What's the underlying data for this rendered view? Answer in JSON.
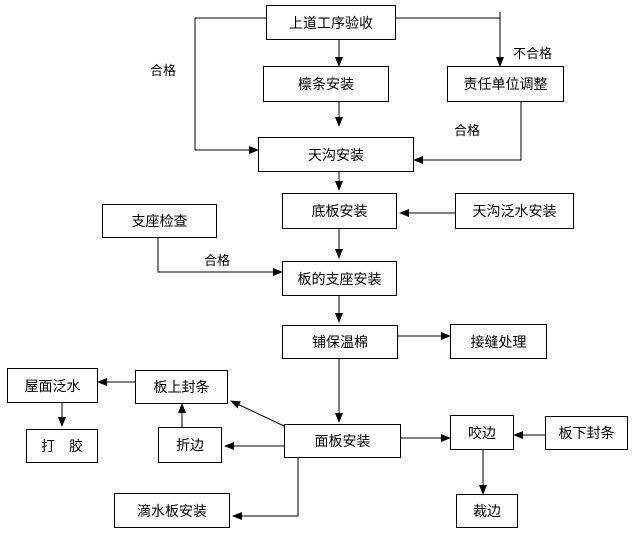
{
  "nodes": {
    "prev_process_inspection": "上道工序验收",
    "purlin_install": "檩条安装",
    "responsibility_adjust": "责任单位调整",
    "gutter_install": "天沟安装",
    "base_panel_install": "底板安装",
    "gutter_flashing_install": "天沟泛水安装",
    "bracket_check": "支座检查",
    "panel_bracket_install": "板的支座安装",
    "lay_insulation": "铺保温棉",
    "seam_treatment": "接缝处理",
    "roof_flashing": "屋面泛水",
    "upper_seal_strip": "板上封条",
    "glue": "打　胶",
    "fold_edge": "折边",
    "face_panel_install": "面板安装",
    "seam_lock": "咬边",
    "lower_seal_strip": "板下封条",
    "drip_plate_install": "滴水板安装",
    "trim_edge": "裁边"
  },
  "edge_labels": {
    "pass_left": "合格",
    "fail": "不合格",
    "pass_right": "合格",
    "pass_bracket": "合格"
  }
}
